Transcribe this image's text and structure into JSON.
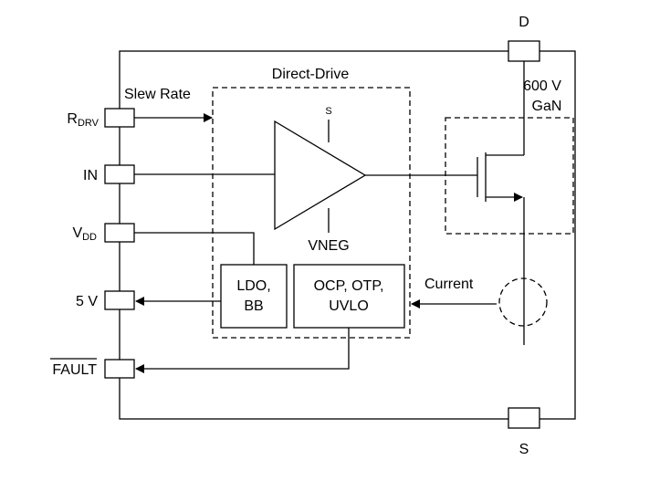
{
  "title": "Direct-Drive",
  "pins": {
    "d": "D",
    "s_bottom": "S",
    "rdrv_main": "R",
    "rdrv_sub": "DRV",
    "in": "IN",
    "vdd_main": "V",
    "vdd_sub": "DD",
    "five_v": "5 V",
    "fault": "FAULT"
  },
  "labels": {
    "slew_rate": "Slew Rate",
    "driver_s": "S",
    "vneg": "VNEG",
    "gan_voltage": "600 V",
    "gan": "GaN",
    "current": "Current"
  },
  "blocks": {
    "ldo_line1": "LDO,",
    "ldo_line2": "BB",
    "prot_line1": "OCP, OTP,",
    "prot_line2": "UVLO"
  }
}
